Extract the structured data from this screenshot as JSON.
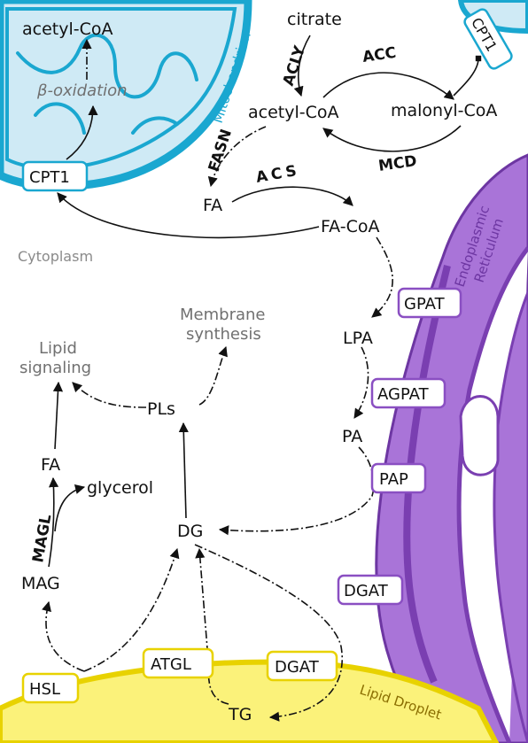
{
  "organelles": {
    "mitochondrion": "Mitochondrion",
    "cytoplasm": "Cytoplasm",
    "er_line1": "Endoplasmic",
    "er_line2": "Reticulum",
    "lipid_droplet": "Lipid Droplet"
  },
  "metabolites": {
    "acetyl_coa_mito": "acetyl-CoA",
    "beta_oxidation": "β-oxidation",
    "citrate": "citrate",
    "acetyl_coa": "acetyl-CoA",
    "malonyl_coa": "malonyl-CoA",
    "fa_top": "FA",
    "fa_coa": "FA-CoA",
    "lpa": "LPA",
    "pa": "PA",
    "dg": "DG",
    "pls": "PLs",
    "mag": "MAG",
    "fa_left": "FA",
    "glycerol": "glycerol",
    "tg": "TG",
    "membrane_line1": "Membrane",
    "membrane_line2": "synthesis",
    "lipid_line1": "Lipid",
    "lipid_line2": "signaling"
  },
  "enzymes": {
    "acly": "ACLY",
    "acc": "ACC",
    "fasn": "FASN",
    "mcd": "MCD",
    "acs": "ACS",
    "magl": "MAGL",
    "cpt1_mito": "CPT1",
    "cpt1_top": "CPT1",
    "gpat": "GPAT",
    "agpat": "AGPAT",
    "pap": "PAP",
    "dgat_er": "DGAT",
    "hsl": "HSL",
    "atgl": "ATGL",
    "dgat_ld": "DGAT"
  },
  "colors": {
    "mito_fill": "#cfeaf5",
    "mito_border": "#1aa7d0",
    "er_fill": "#a974d8",
    "er_dark": "#7a3fb1",
    "ld_fill": "#fbf27a",
    "ld_border": "#e8d200",
    "box_border_mito": "#1aa7d0",
    "box_border_er": "#8a4fc2",
    "box_border_ld": "#e8d200"
  }
}
